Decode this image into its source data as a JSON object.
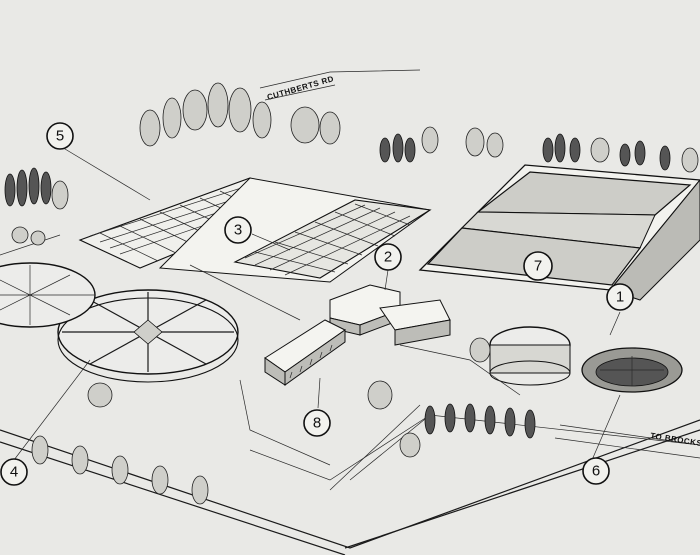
{
  "road_labels": {
    "north": "CUTHBERTS RD",
    "east": "TO BROCKS"
  },
  "callouts": [
    {
      "id": "callout-1",
      "label": "1"
    },
    {
      "id": "callout-2",
      "label": "2"
    },
    {
      "id": "callout-3",
      "label": "3"
    },
    {
      "id": "callout-4",
      "label": "4"
    },
    {
      "id": "callout-5",
      "label": "5"
    },
    {
      "id": "callout-6",
      "label": "6"
    },
    {
      "id": "callout-7",
      "label": "7"
    },
    {
      "id": "callout-8",
      "label": "8"
    }
  ]
}
